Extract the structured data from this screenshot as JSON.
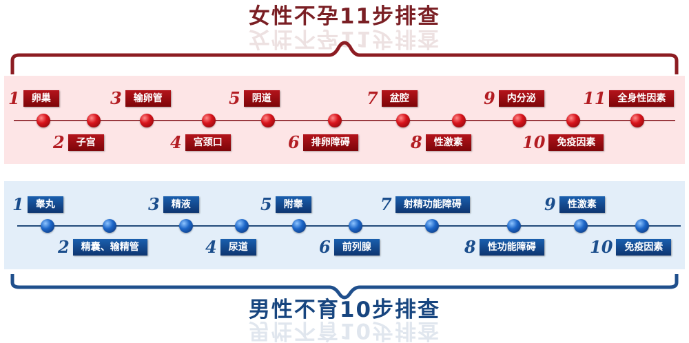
{
  "female": {
    "title": "女性不孕11步排查",
    "steps": [
      {
        "num": "1",
        "label": "卵巢"
      },
      {
        "num": "2",
        "label": "子宫"
      },
      {
        "num": "3",
        "label": "输卵管"
      },
      {
        "num": "4",
        "label": "宫颈口"
      },
      {
        "num": "5",
        "label": "阴道"
      },
      {
        "num": "6",
        "label": "排卵障碍"
      },
      {
        "num": "7",
        "label": "盆腔"
      },
      {
        "num": "8",
        "label": "性激素"
      },
      {
        "num": "9",
        "label": "内分泌"
      },
      {
        "num": "10",
        "label": "免疫因素"
      },
      {
        "num": "11",
        "label": "全身性因素"
      }
    ]
  },
  "male": {
    "title": "男性不育10步排查",
    "steps": [
      {
        "num": "1",
        "label": "睾丸"
      },
      {
        "num": "2",
        "label": "精囊、输精管"
      },
      {
        "num": "3",
        "label": "精液"
      },
      {
        "num": "4",
        "label": "尿道"
      },
      {
        "num": "5",
        "label": "附睾"
      },
      {
        "num": "6",
        "label": "前列腺"
      },
      {
        "num": "7",
        "label": "射精功能障碍"
      },
      {
        "num": "8",
        "label": "性功能障碍"
      },
      {
        "num": "9",
        "label": "性激素"
      },
      {
        "num": "10",
        "label": "免疫因素"
      }
    ]
  },
  "colors": {
    "female_accent": "#b31c22",
    "female_panel": "#fde5e6",
    "male_accent": "#1a4d8c",
    "male_panel": "#e3eef9"
  }
}
